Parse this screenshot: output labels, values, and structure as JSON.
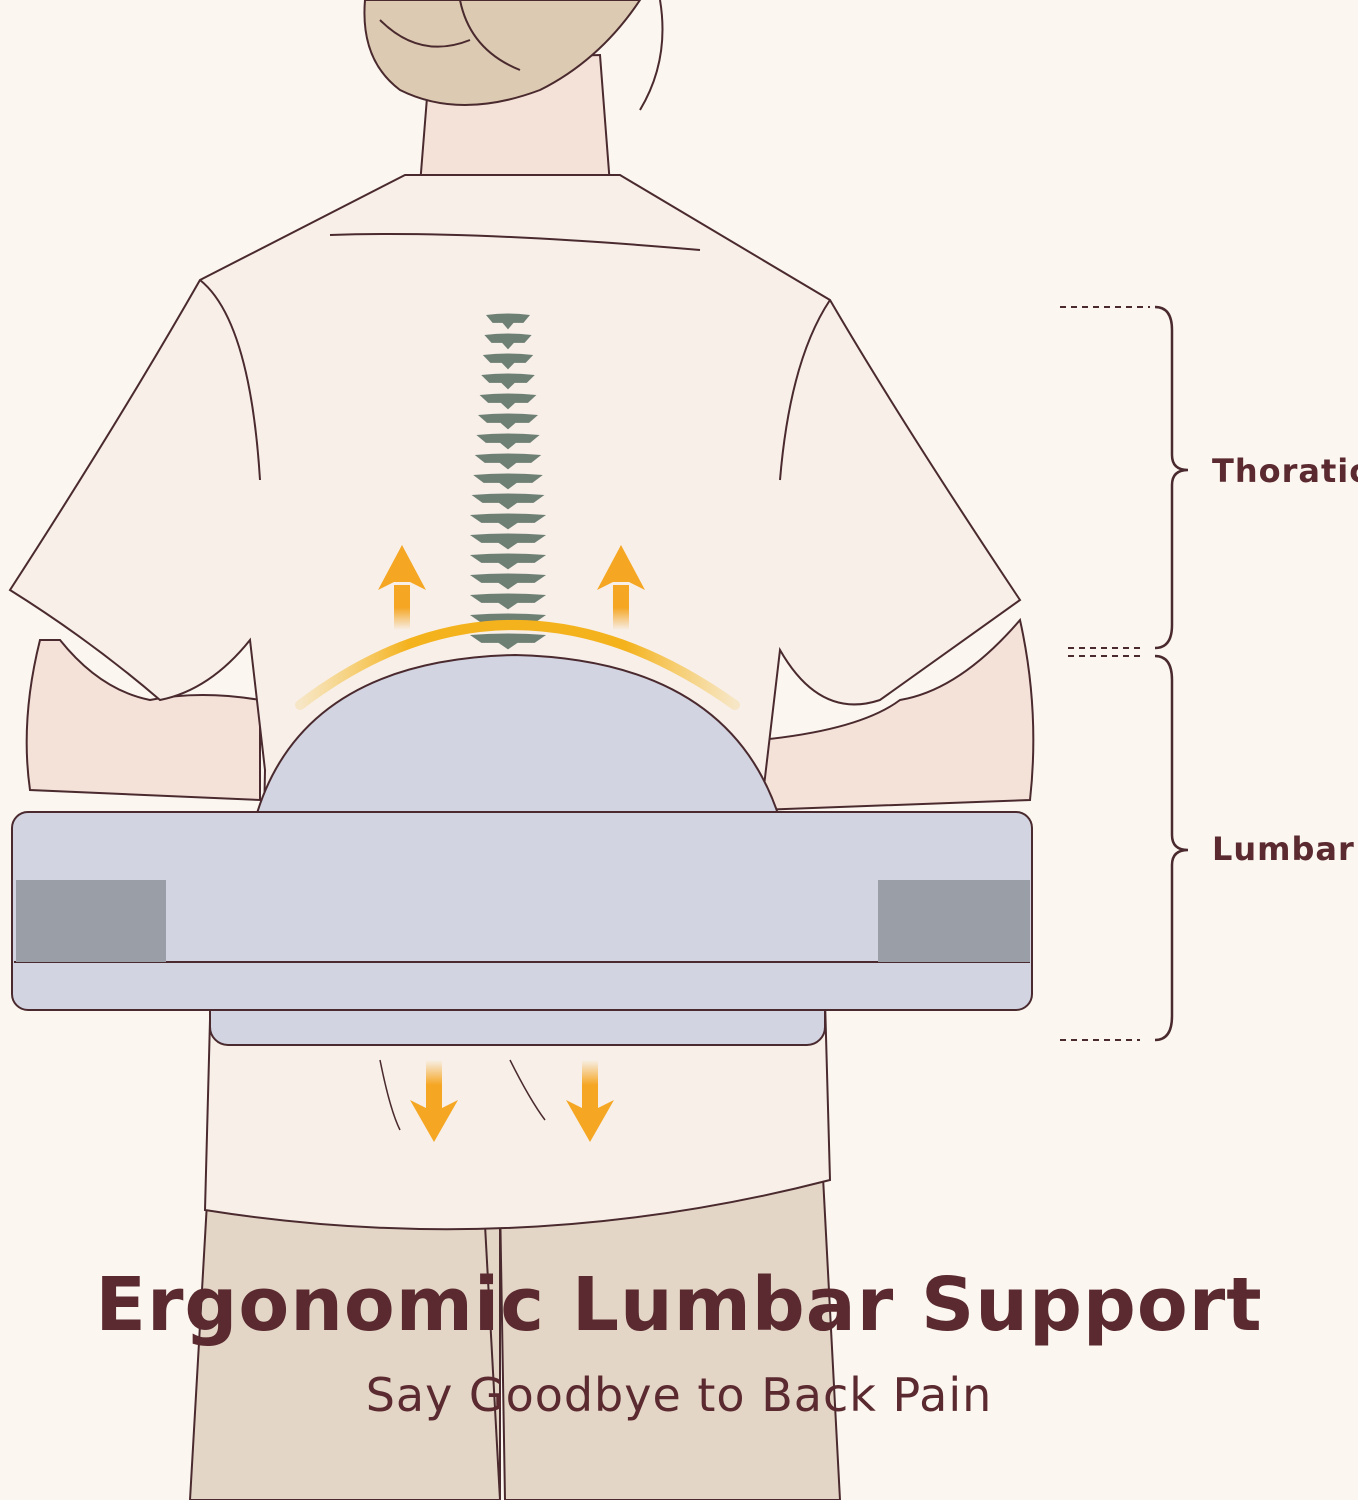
{
  "labels": {
    "thoratic": "Thoratic",
    "lumbar": "Lumbar"
  },
  "headline": {
    "title": "Ergonomic Lumbar Support",
    "subtitle": "Say Goodbye to Back Pain"
  },
  "colors": {
    "background": "#fbf6ef",
    "text": "#5a2a30",
    "outline": "#4a2a2e",
    "shirt": "#f7efe8",
    "skin": "#f4e2d8",
    "hair": "#dccbb2",
    "pants": "#e4d6c6",
    "spine": "#6e7f74",
    "cushion": "#d2d4e2",
    "strap_patch": "#9a9ea6",
    "arrow": "#f5a623"
  }
}
